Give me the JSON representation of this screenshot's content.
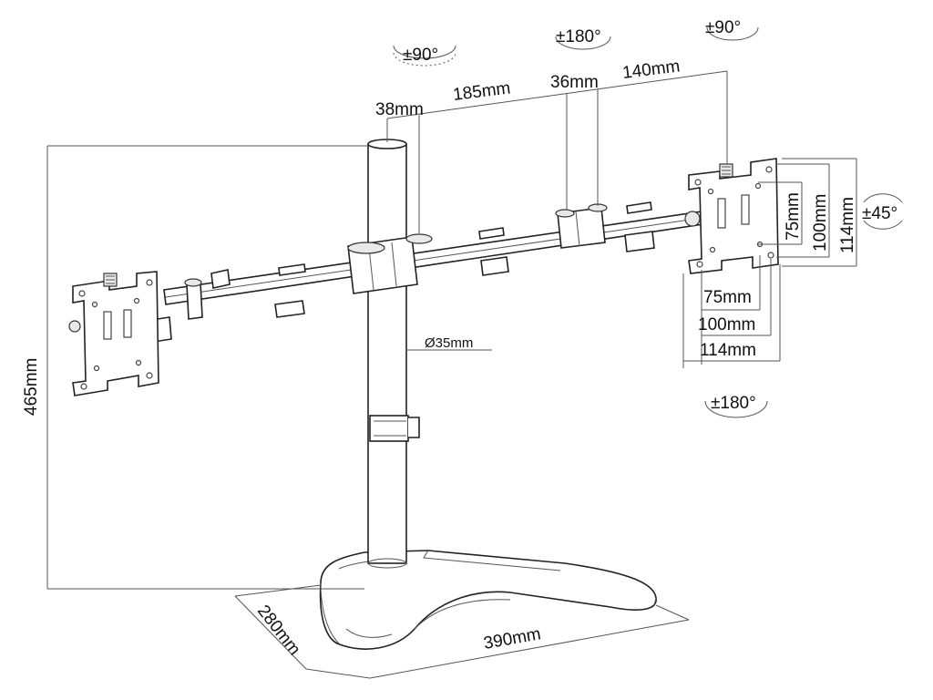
{
  "dimensions": {
    "pole_height": "465mm",
    "pole_diameter": "Ø35mm",
    "arm_first": "38mm",
    "arm_second": "185mm",
    "arm_third": "36mm",
    "arm_fourth": "140mm",
    "base_depth": "280mm",
    "base_width": "390mm",
    "vesa_h_75": "75mm",
    "vesa_h_100": "100mm",
    "vesa_h_114": "114mm",
    "vesa_v_75": "75mm",
    "vesa_v_100": "100mm",
    "vesa_v_114": "114mm"
  },
  "rotations": {
    "arm_pivot": "±90°",
    "middle_joint": "±180°",
    "head_swivel": "±90°",
    "tilt": "±45°",
    "rotation": "±180°"
  }
}
